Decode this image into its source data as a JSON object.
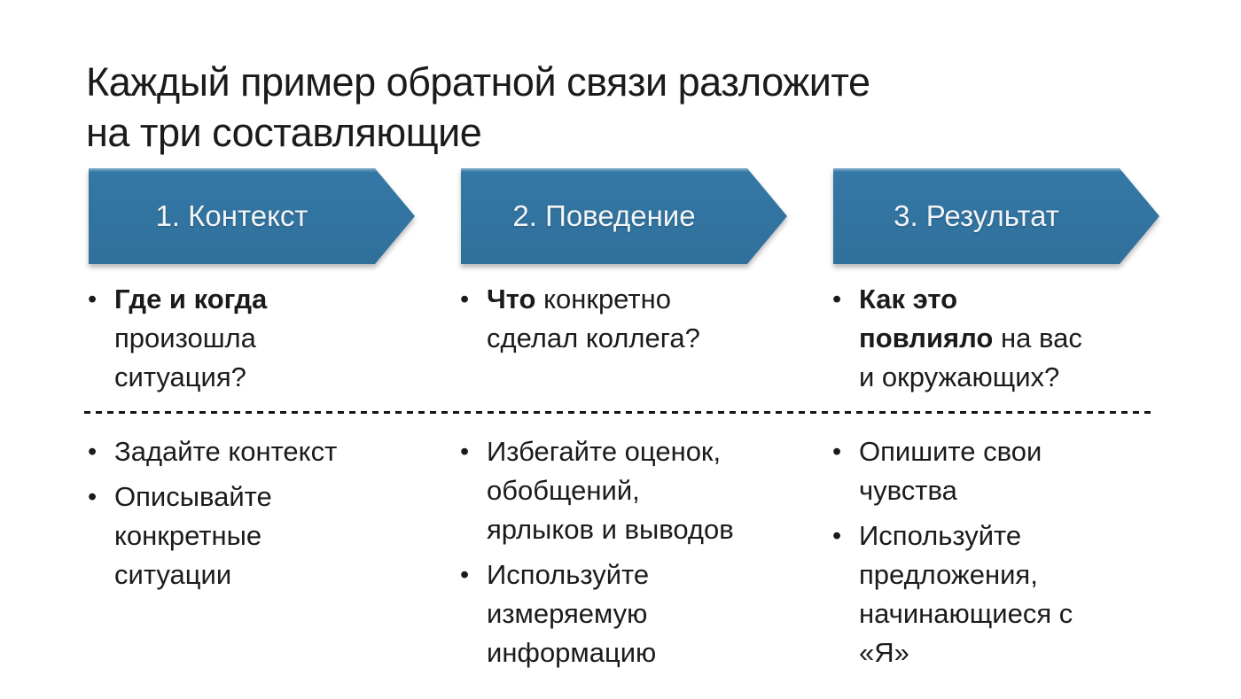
{
  "colors": {
    "arrow_blue": "#3478a6",
    "arrow_blue_dark": "#30709b",
    "arrow_text": "#f2f5f7",
    "text_color": "#1b1b1b",
    "divider_color": "#151515",
    "page_bg": "#ffffff"
  },
  "bullet_char": "•",
  "title": {
    "text": "Каждый пример обратной связи разложите\nна три составляющие"
  },
  "columns": [
    {
      "id": "context",
      "header": "1. Контекст",
      "top_bullets": [
        [
          {
            "t": "Где и когда",
            "b": true
          },
          {
            "t": "\nпроизошла\nситуация?",
            "b": false
          }
        ]
      ],
      "bottom_bullets": [
        [
          {
            "t": "Задайте контекст",
            "b": false
          }
        ],
        [
          {
            "t": "Описывайте\nконкретные\nситуации",
            "b": false
          }
        ]
      ]
    },
    {
      "id": "behavior",
      "header": "2. Поведение",
      "top_bullets": [
        [
          {
            "t": "Что",
            "b": true
          },
          {
            "t": " конкретно\nсделал коллега?",
            "b": false
          }
        ]
      ],
      "bottom_bullets": [
        [
          {
            "t": "Избегайте оценок,\nобобщений,\nярлыков и выводов",
            "b": false
          }
        ],
        [
          {
            "t": "Используйте\nизмеряемую\nинформацию",
            "b": false
          }
        ]
      ]
    },
    {
      "id": "result",
      "header": "3. Результат",
      "top_bullets": [
        [
          {
            "t": "Как это\nповлияло",
            "b": true
          },
          {
            "t": " на вас\nи окружающих?",
            "b": false
          }
        ]
      ],
      "bottom_bullets": [
        [
          {
            "t": "Опишите свои\nчувства",
            "b": false
          }
        ],
        [
          {
            "t": "Используйте\nпредложения,\nначинающиеся с\n«Я»",
            "b": false
          }
        ]
      ]
    }
  ]
}
